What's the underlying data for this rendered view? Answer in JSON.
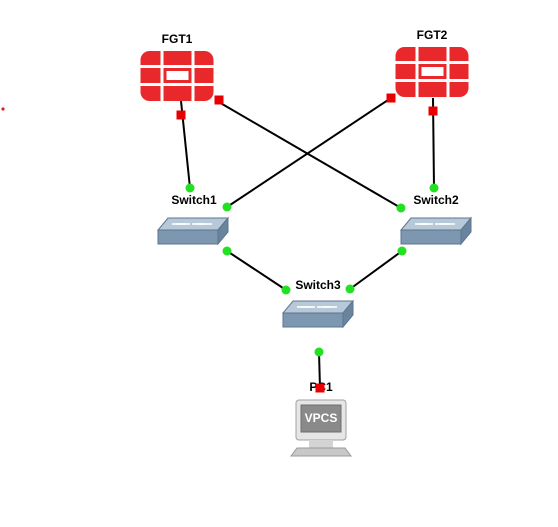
{
  "topology": {
    "nodes": [
      {
        "id": "fgt1",
        "label": "FGT1",
        "type": "fortigate",
        "icon": "fortigate-icon"
      },
      {
        "id": "fgt2",
        "label": "FGT2",
        "type": "fortigate",
        "icon": "fortigate-icon"
      },
      {
        "id": "switch1",
        "label": "Switch1",
        "type": "switch",
        "icon": "switch-icon"
      },
      {
        "id": "switch2",
        "label": "Switch2",
        "type": "switch",
        "icon": "switch-icon"
      },
      {
        "id": "switch3",
        "label": "Switch3",
        "type": "switch",
        "icon": "switch-icon"
      },
      {
        "id": "pc1",
        "label": "PC1",
        "type": "vpcs",
        "icon": "vpcs-icon",
        "screen_text": "VPCS"
      }
    ],
    "links": [
      {
        "from": "fgt1",
        "to": "switch1",
        "from_status": "stopped",
        "to_status": "up"
      },
      {
        "from": "fgt1",
        "to": "switch2",
        "from_status": "stopped",
        "to_status": "up"
      },
      {
        "from": "fgt2",
        "to": "switch1",
        "from_status": "stopped",
        "to_status": "up"
      },
      {
        "from": "fgt2",
        "to": "switch2",
        "from_status": "stopped",
        "to_status": "up"
      },
      {
        "from": "switch1",
        "to": "switch3",
        "from_status": "up",
        "to_status": "up"
      },
      {
        "from": "switch2",
        "to": "switch3",
        "from_status": "up",
        "to_status": "up"
      },
      {
        "from": "switch3",
        "to": "pc1",
        "from_status": "up",
        "to_status": "stopped"
      }
    ]
  },
  "colors": {
    "fortigate": "#e8282b",
    "link": "#000000",
    "status_up": "#22e022",
    "status_stopped": "#e80000",
    "switch_top": "#b7c8d8",
    "switch_front": "#7d97b0",
    "stray_dot": "#e02020"
  }
}
